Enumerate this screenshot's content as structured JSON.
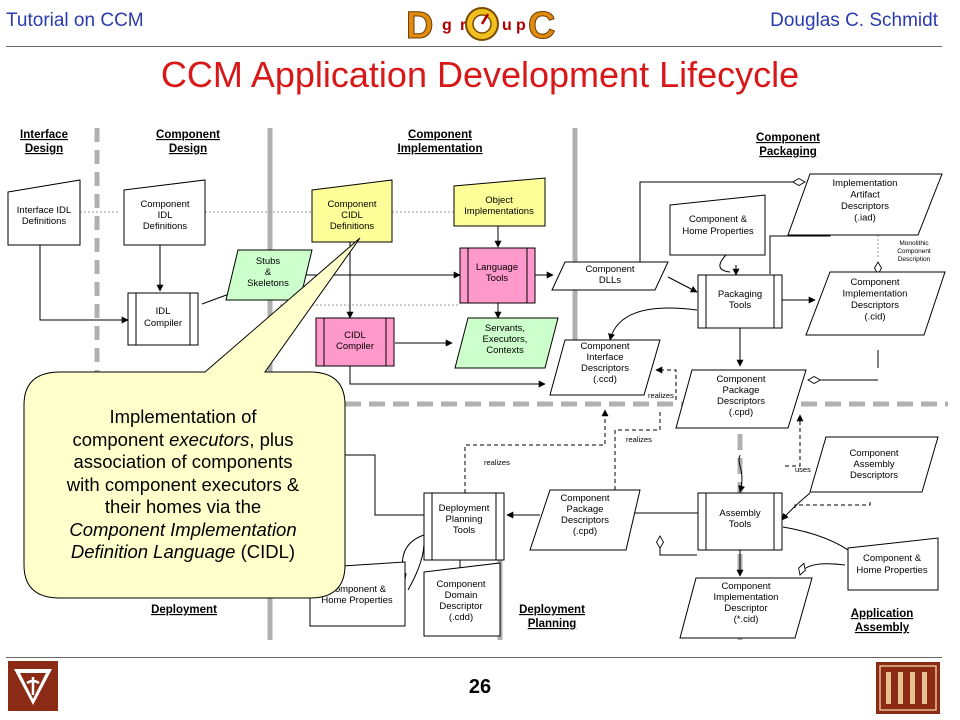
{
  "header": {
    "left": "Tutorial on CCM",
    "right": "Douglas C. Schmidt"
  },
  "title": "CCM Application Development Lifecycle",
  "page_number": "26",
  "logo": {
    "letters": [
      "D",
      "g",
      "r",
      "u",
      "p",
      "C"
    ]
  },
  "colors": {
    "header_text": "#2a3bb0",
    "title": "#d81818",
    "yellow": "#ffff99",
    "green": "#ccffcc",
    "pink": "#ff99cc",
    "callout": "#ffffcc"
  },
  "phases": {
    "interface_design": [
      "Interface",
      "Design"
    ],
    "component_design": [
      "Component",
      "Design"
    ],
    "component_implementation": [
      "Component",
      "Implementation"
    ],
    "component_packaging": [
      "Component",
      "Packaging"
    ],
    "deployment": "Deployment",
    "deployment_planning": [
      "Deployment",
      "Planning"
    ],
    "application_assembly": [
      "Application",
      "Assembly"
    ]
  },
  "nodes": {
    "interface_idl": [
      "Interface IDL",
      "Definitions"
    ],
    "component_idl": [
      "Component",
      "IDL",
      "Definitions"
    ],
    "component_cidl": [
      "Component",
      "CIDL",
      "Definitions"
    ],
    "object_impl": [
      "Object",
      "Implementations"
    ],
    "idl_compiler": [
      "IDL",
      "Compiler"
    ],
    "stubs": [
      "Stubs",
      "&",
      "Skeletons"
    ],
    "language_tools": [
      "Language",
      "Tools"
    ],
    "cidl_compiler": [
      "CIDL",
      "Compiler"
    ],
    "servants": [
      "Servants,",
      "Executors,",
      "Contexts"
    ],
    "component_dlls": [
      "Component",
      "DLLs"
    ],
    "comp_home_props_top": [
      "Component &",
      "Home Properties"
    ],
    "impl_artifact": [
      "Implementation",
      "Artifact",
      "Descriptors",
      "(.iad)"
    ],
    "monolithic": [
      "Monolithic",
      "Component",
      "Description"
    ],
    "packaging_tools": [
      "Packaging",
      "Tools"
    ],
    "comp_impl_desc": [
      "Component",
      "Implementation",
      "Descriptors",
      "(.cid)"
    ],
    "comp_iface_desc": [
      "Component",
      "Interface",
      "Descriptors",
      "(.ccd)"
    ],
    "comp_pkg_desc": [
      "Component",
      "Package",
      "Descriptors",
      "(.cpd)"
    ],
    "comp_assembly_desc": [
      "Component",
      "Assembly",
      "Descriptors"
    ],
    "deployment_planning_tools": [
      "Deployment",
      "Planning",
      "Tools"
    ],
    "comp_pkg_desc2": [
      "Component",
      "Package",
      "Descriptors",
      "(.cpd)"
    ],
    "assembly_tools": [
      "Assembly",
      "Tools"
    ],
    "comp_home_props_left": [
      "Component &",
      "Home Properties"
    ],
    "domain_desc": [
      "Component",
      "Domain",
      "Descriptor",
      "(.cdd)"
    ],
    "comp_impl_desc2": [
      "Component",
      "Implementation",
      "Descriptor",
      "(*.cid)"
    ],
    "comp_home_props_right": [
      "Component &",
      "Home Properties"
    ]
  },
  "edge_labels": {
    "realizes": "realizes",
    "uses": "uses"
  },
  "callout_lines": [
    {
      "plain": "Implementation of",
      "italic": ""
    },
    {
      "plain": "component ",
      "italic": "executors",
      "tail": ", plus"
    },
    {
      "plain": "association of components",
      "italic": ""
    },
    {
      "plain": "with component executors &",
      "italic": ""
    },
    {
      "plain": "their homes via the",
      "italic": ""
    },
    {
      "plain": "",
      "italic": "Component Implementation"
    },
    {
      "plain": "",
      "italic": "Definition Language",
      "tail": " (CIDL)"
    }
  ]
}
